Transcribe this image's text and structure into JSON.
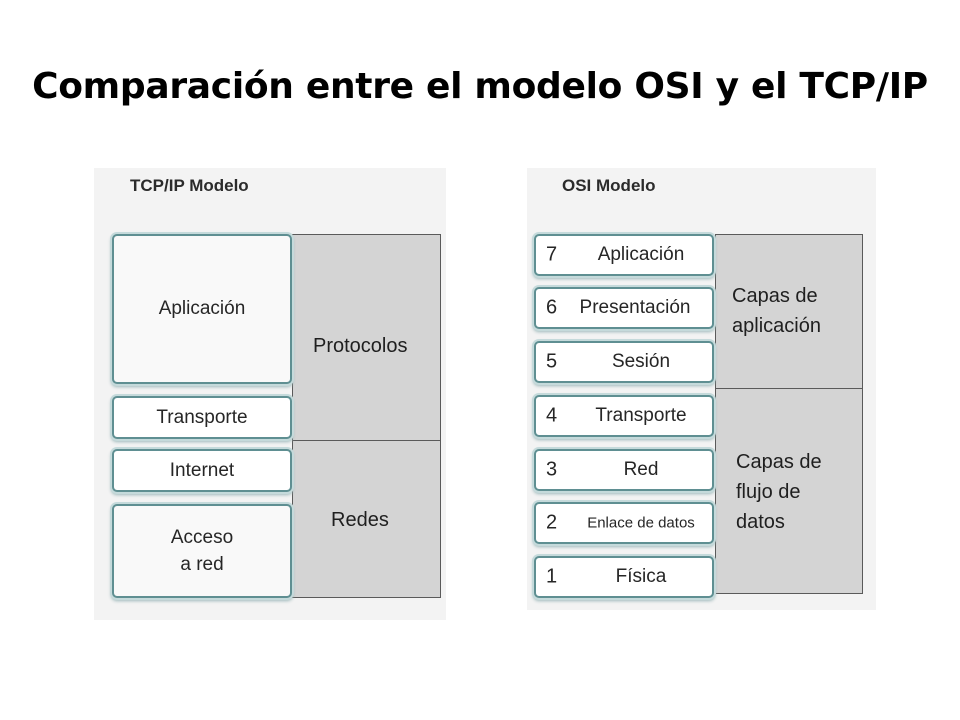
{
  "slide": {
    "title": "Comparación entre el modelo OSI y el TCP/IP"
  },
  "tcpip": {
    "title": "TCP/IP Modelo",
    "groups": [
      {
        "label": "Protocolos"
      },
      {
        "label": "Redes"
      }
    ],
    "layers": [
      {
        "label": "Aplicación"
      },
      {
        "label": "Transporte"
      },
      {
        "label": "Internet"
      },
      {
        "label_line1": "Acceso",
        "label_line2": "a red"
      }
    ]
  },
  "osi": {
    "title": "OSI Modelo",
    "groups": [
      {
        "label_line1": "Capas de",
        "label_line2": "aplicación"
      },
      {
        "label_line1": "Capas de",
        "label_line2": "flujo de",
        "label_line3": "datos"
      }
    ],
    "layers": [
      {
        "number": "7",
        "label": "Aplicación"
      },
      {
        "number": "6",
        "label": "Presentación"
      },
      {
        "number": "5",
        "label": "Sesión"
      },
      {
        "number": "4",
        "label": "Transporte"
      },
      {
        "number": "3",
        "label": "Red"
      },
      {
        "number": "2",
        "label": "Enlace de datos"
      },
      {
        "number": "1",
        "label": "Física"
      }
    ]
  },
  "colors": {
    "figure_background": "#f3f3f3",
    "group_fill": "#d4d4d4",
    "layer_border": "#5f8f92"
  }
}
